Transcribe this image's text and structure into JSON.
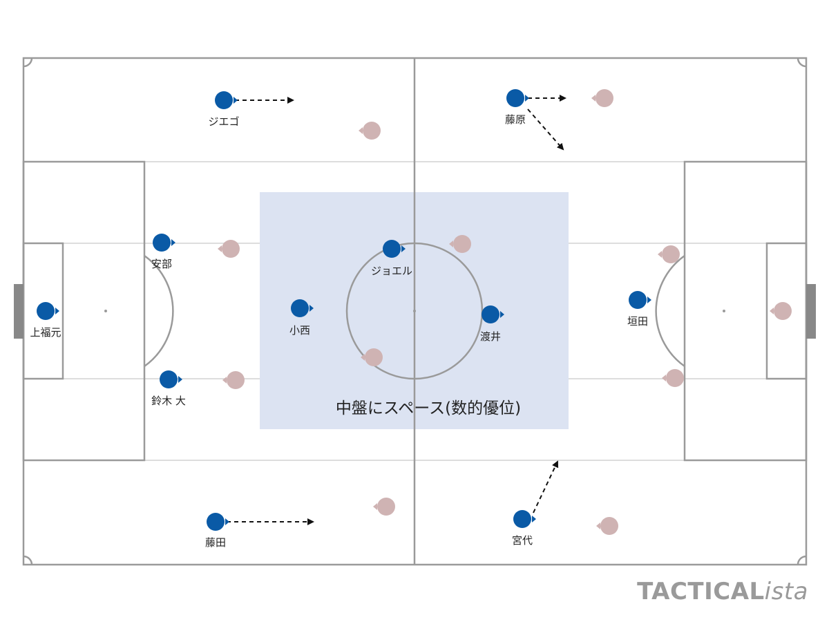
{
  "colors": {
    "home": "#0a5aa6",
    "away": "#cfb3b3",
    "line": "#9a9a9a",
    "lane": "#dddddd",
    "zone": "#dce3f2",
    "arrow": "#111111"
  },
  "home_players": [
    {
      "id": "p1",
      "name": "上福元"
    },
    {
      "id": "p2",
      "name": "安部"
    },
    {
      "id": "p3",
      "name": "鈴木 大"
    },
    {
      "id": "p4",
      "name": "ジエゴ"
    },
    {
      "id": "p5",
      "name": "藤田"
    },
    {
      "id": "p6",
      "name": "小西"
    },
    {
      "id": "p7",
      "name": "ジョエル"
    },
    {
      "id": "p8",
      "name": "渡井"
    },
    {
      "id": "p9",
      "name": "藤原"
    },
    {
      "id": "p10",
      "name": "宮代"
    },
    {
      "id": "p11",
      "name": "垣田"
    }
  ],
  "zone": {
    "label": "中盤にスペース(数的優位)"
  },
  "brand": {
    "main": "TACTICAL",
    "suffix": "ista"
  }
}
